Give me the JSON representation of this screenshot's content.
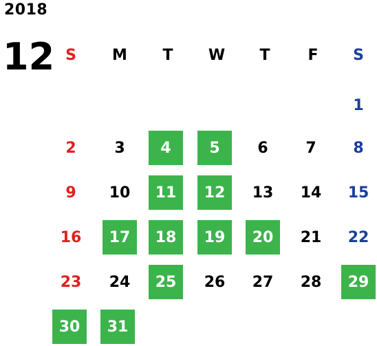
{
  "calendar": {
    "year": "2018",
    "month": "12",
    "weekdays": [
      "S",
      "M",
      "T",
      "W",
      "T",
      "F",
      "S"
    ],
    "days": [
      {
        "label": "1",
        "col": 6,
        "row": 0,
        "highlight": false
      },
      {
        "label": "2",
        "col": 0,
        "row": 1,
        "highlight": false
      },
      {
        "label": "3",
        "col": 1,
        "row": 1,
        "highlight": false
      },
      {
        "label": "4",
        "col": 2,
        "row": 1,
        "highlight": true
      },
      {
        "label": "5",
        "col": 3,
        "row": 1,
        "highlight": true
      },
      {
        "label": "6",
        "col": 4,
        "row": 1,
        "highlight": false
      },
      {
        "label": "7",
        "col": 5,
        "row": 1,
        "highlight": false
      },
      {
        "label": "8",
        "col": 6,
        "row": 1,
        "highlight": false
      },
      {
        "label": "9",
        "col": 0,
        "row": 2,
        "highlight": false
      },
      {
        "label": "10",
        "col": 1,
        "row": 2,
        "highlight": false
      },
      {
        "label": "11",
        "col": 2,
        "row": 2,
        "highlight": true
      },
      {
        "label": "12",
        "col": 3,
        "row": 2,
        "highlight": true
      },
      {
        "label": "13",
        "col": 4,
        "row": 2,
        "highlight": false
      },
      {
        "label": "14",
        "col": 5,
        "row": 2,
        "highlight": false
      },
      {
        "label": "15",
        "col": 6,
        "row": 2,
        "highlight": false
      },
      {
        "label": "16",
        "col": 0,
        "row": 3,
        "highlight": false
      },
      {
        "label": "17",
        "col": 1,
        "row": 3,
        "highlight": true
      },
      {
        "label": "18",
        "col": 2,
        "row": 3,
        "highlight": true
      },
      {
        "label": "19",
        "col": 3,
        "row": 3,
        "highlight": true
      },
      {
        "label": "20",
        "col": 4,
        "row": 3,
        "highlight": true
      },
      {
        "label": "21",
        "col": 5,
        "row": 3,
        "highlight": false
      },
      {
        "label": "22",
        "col": 6,
        "row": 3,
        "highlight": false
      },
      {
        "label": "23",
        "col": 0,
        "row": 4,
        "highlight": false
      },
      {
        "label": "24",
        "col": 1,
        "row": 4,
        "highlight": false
      },
      {
        "label": "25",
        "col": 2,
        "row": 4,
        "highlight": true
      },
      {
        "label": "26",
        "col": 3,
        "row": 4,
        "highlight": false
      },
      {
        "label": "27",
        "col": 4,
        "row": 4,
        "highlight": false
      },
      {
        "label": "28",
        "col": 5,
        "row": 4,
        "highlight": false
      },
      {
        "label": "29",
        "col": 6,
        "row": 4,
        "highlight": true
      },
      {
        "label": "30",
        "col": -1,
        "row": 5,
        "highlight": true
      },
      {
        "label": "31",
        "col": 0,
        "row": 5,
        "highlight": true
      }
    ]
  },
  "colors": {
    "highlight_bg": "#3cb44b",
    "sunday": "#e02020",
    "saturday": "#1a3f9c",
    "text": "#000000"
  }
}
